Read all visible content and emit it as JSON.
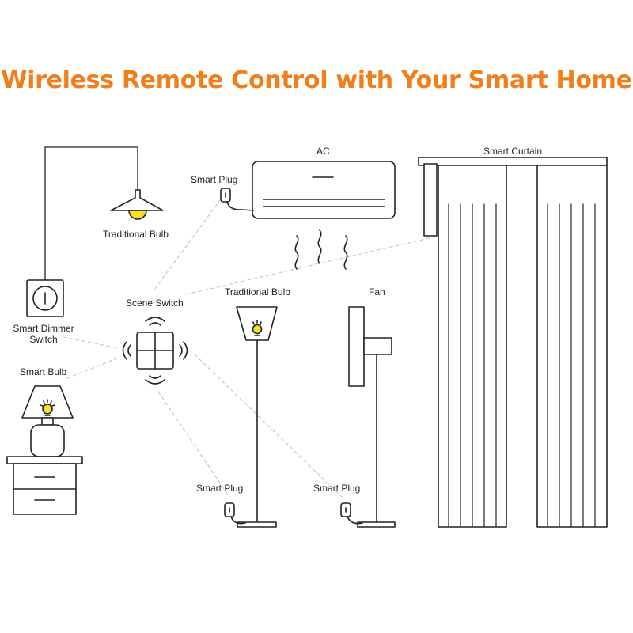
{
  "title": "Wireless Remote Control with Your Smart Home",
  "colors": {
    "title": "#F07E1B",
    "line": "#222222",
    "dash": "#c4c4c4",
    "bulb": "#F5E12A"
  },
  "labels": {
    "traditional_bulb_ceiling": "Traditional Bulb",
    "ac": "AC",
    "smart_plug_ac": "Smart Plug",
    "smart_curtain": "Smart Curtain",
    "smart_dimmer_switch_1": "Smart Dimmer",
    "smart_dimmer_switch_2": "Switch",
    "scene_switch": "Scene Switch",
    "traditional_bulb_floor": "Traditional Bulb",
    "fan": "Fan",
    "smart_bulb": "Smart Bulb",
    "smart_plug_lamp": "Smart Plug",
    "smart_plug_fan": "Smart Plug"
  }
}
